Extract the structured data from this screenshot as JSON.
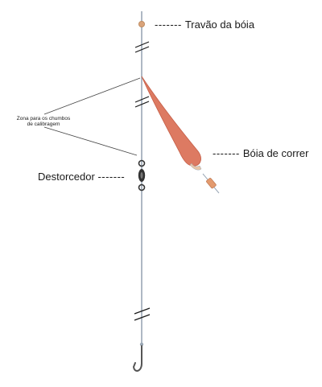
{
  "labels": {
    "float_stop": {
      "dash": "-------",
      "text": "Travão da bóia"
    },
    "sliding_float": {
      "dash": "-------",
      "text": "Bóia de correr"
    },
    "swivel": {
      "text": "Destorcedor",
      "dash": "-------"
    },
    "weight_zone": {
      "line1": "Zona para os chumbos",
      "line2": "de calibragem"
    }
  },
  "colors": {
    "line": "#9aa7b5",
    "float_body": "#dd7a62",
    "float_stop_bead": "#d9a37a",
    "swivel": "#333333",
    "hook": "#555555",
    "break_marks": "#1a1a1a",
    "pointer": "#444444"
  },
  "icons": [
    "float-stop-bead-icon",
    "sliding-float-icon",
    "swivel-icon",
    "hook-icon",
    "line-break-icon"
  ]
}
